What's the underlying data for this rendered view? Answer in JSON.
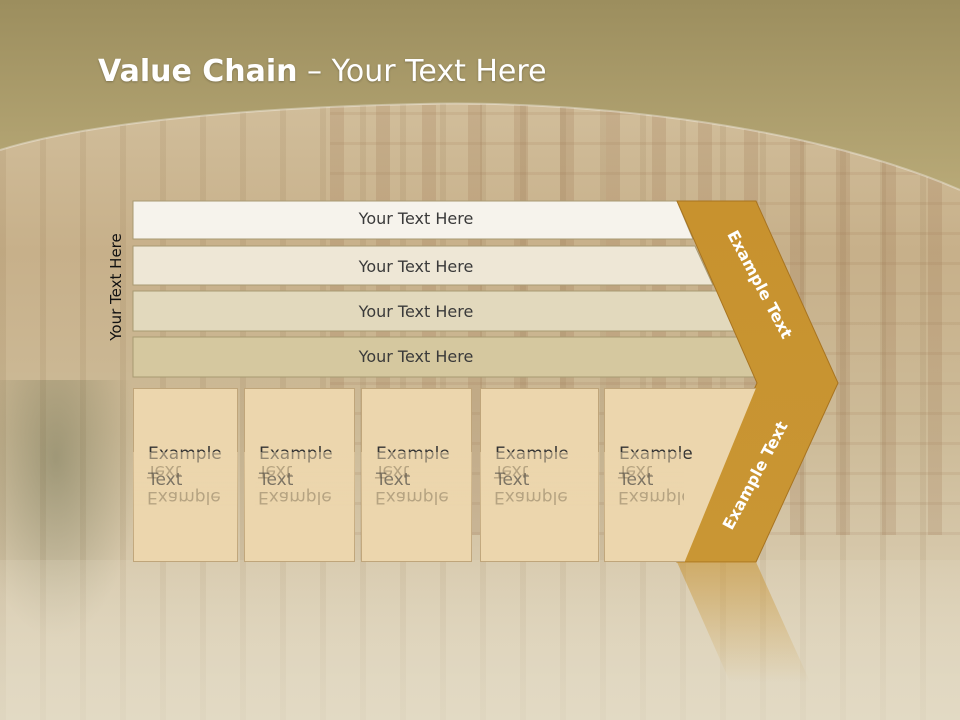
{
  "slide": {
    "title_bold": "Value Chain",
    "title_rest": " – Your Text Here",
    "side_label": "Your Text Here"
  },
  "rows": [
    {
      "label": "Your Text Here"
    },
    {
      "label": "Your Text Here"
    },
    {
      "label": "Your Text Here"
    },
    {
      "label": "Your Text Here"
    }
  ],
  "arrow": {
    "upper_label": "Example Text",
    "lower_label": "Example Text",
    "color": "#c8922e"
  },
  "columns": [
    {
      "line1": "Example",
      "line2": "Text"
    },
    {
      "line1": "Example",
      "line2": "Text"
    },
    {
      "line1": "Example",
      "line2": "Text"
    },
    {
      "line1": "Example",
      "line2": "Text"
    },
    {
      "line1": "Example",
      "line2": "Text"
    }
  ],
  "colors": {
    "header_band": "#b5a676",
    "row_1": "#f6f3ec",
    "row_2": "#eee7d6",
    "row_3": "#e2d9bd",
    "row_4": "#d5c89f",
    "column_fill": "#ecd6ad"
  }
}
